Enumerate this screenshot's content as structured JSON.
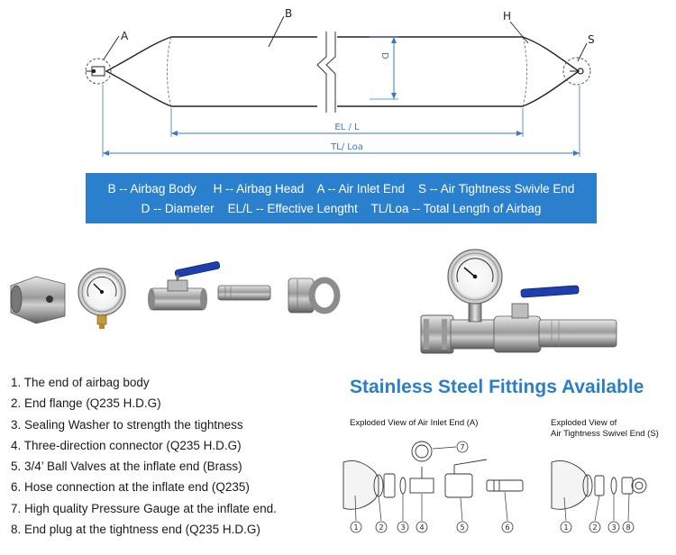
{
  "diagram_labels": {
    "A": "A",
    "B": "B",
    "H": "H",
    "S": "S",
    "D": "D",
    "EL": "EL / L",
    "TL": "TL/ Loa"
  },
  "legend": {
    "line1": "B -- Airbag Body     H -- Airbag Head    A -- Air Inlet End    S -- Air Tightness Swivle End",
    "line2": "D -- Diameter    EL/L -- Effective Lengtht    TL/Loa -- Total Length of Airbag"
  },
  "parts_list": [
    "1. The end of airbag body",
    "2. End flange (Q235 H.D.G)",
    "3. Sealing Washer to strength the tightness",
    "4. Three-direction connector (Q235 H.D.G)",
    "5. 3/4’  Ball Valves at the inflate end (Brass)",
    "6. Hose connection at the inflate end (Q235)",
    "7. High quality Pressure Gauge at the inflate end.",
    "8. End plug at the tightness end (Q235 H.D.G)"
  ],
  "stainless_title": "Stainless Steel Fittings Available",
  "exploded": {
    "inlet_caption": "Exploded View of Air Inlet End (A)",
    "swivel_caption_line1": "Exploded View of",
    "swivel_caption_line2": "Air Tightness Swivel End (S)",
    "inlet_numbers": [
      "1",
      "2",
      "3",
      "4",
      "5",
      "6",
      "7"
    ],
    "swivel_numbers": [
      "1",
      "2",
      "3",
      "8"
    ]
  },
  "colors": {
    "legend_bg": "#2a80cc",
    "title_blue": "#2a7fc7",
    "dimension_blue": "#3a78c8"
  }
}
